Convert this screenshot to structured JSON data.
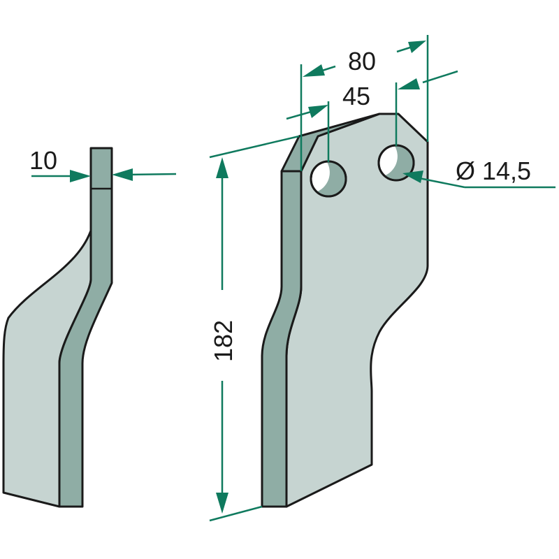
{
  "dimensions": {
    "thickness": "10",
    "hole_spacing_outer": "80",
    "hole_offset": "45",
    "hole_diameter": "Ø 14,5",
    "height": "182"
  },
  "colors": {
    "face": "#c6d4d1",
    "side": "#8fada5",
    "dimension_line": "#0f7a5e",
    "outline": "#1a1a1a"
  }
}
